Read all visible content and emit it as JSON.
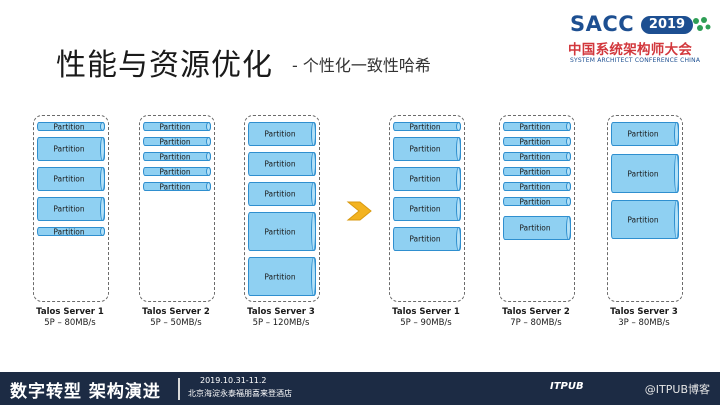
{
  "title": {
    "main": "性能与资源优化",
    "sub": "- 个性化一致性哈希"
  },
  "logo": {
    "acronym": "SACC",
    "year": "2019",
    "name_cn": "中国系统架构师大会",
    "name_en": "SYSTEM ARCHITECT CONFERENCE CHINA"
  },
  "partition_label": "Partition",
  "before": {
    "servers": [
      {
        "name": "Talos Server 1",
        "stats": "5P – 80MB/s",
        "partitions": 5
      },
      {
        "name": "Talos Server 2",
        "stats": "5P – 50MB/s",
        "partitions": 5
      },
      {
        "name": "Talos Server 3",
        "stats": "5P – 120MB/s",
        "partitions": 5
      }
    ]
  },
  "after": {
    "servers": [
      {
        "name": "Talos Server 1",
        "stats": "5P – 90MB/s",
        "partitions": 5
      },
      {
        "name": "Talos Server 2",
        "stats": "7P – 80MB/s",
        "partitions": 7
      },
      {
        "name": "Talos Server 3",
        "stats": "3P – 80MB/s",
        "partitions": 3
      }
    ]
  },
  "footer": {
    "slogan": "数字转型  架构演进",
    "date": "2019.10.31-11.2",
    "venue": "北京海淀永泰福朋喜来登酒店",
    "brand": "ITPUB",
    "watermark": "@ITPUB博客"
  },
  "colors": {
    "partition_fill": "#8fd0f2",
    "partition_stroke": "#2f8fcf",
    "arrow": "#f3b320",
    "footer_bg": "#1c2b44",
    "logo_blue": "#1d4f91",
    "logo_red": "#d2373c"
  }
}
